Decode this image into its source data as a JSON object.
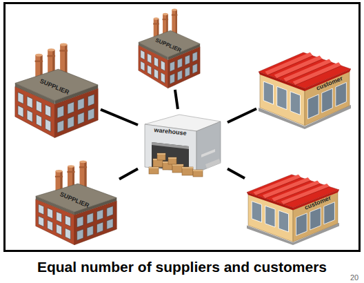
{
  "diagram": {
    "caption": "Equal number of suppliers and customers",
    "nodes": [
      {
        "text": [
          "SUPPLIER"
        ]
      },
      {
        "text": [
          "SUPPLIER"
        ]
      },
      {
        "text": [
          "customer"
        ]
      },
      {
        "text": [
          "warehouse"
        ]
      },
      {
        "text": [
          "SUPPLIER"
        ]
      },
      {
        "text": [
          "customer"
        ]
      }
    ],
    "edges": [
      {
        "from": 0,
        "to": 3,
        "arrow": "none"
      },
      {
        "from": 1,
        "to": 3,
        "arrow": "none"
      },
      {
        "from": 3,
        "to": 2,
        "arrow": "none"
      },
      {
        "from": 4,
        "to": 3,
        "arrow": "none"
      },
      {
        "from": 3,
        "to": 5,
        "arrow": "none"
      }
    ],
    "labels": [
      "20"
    ]
  }
}
